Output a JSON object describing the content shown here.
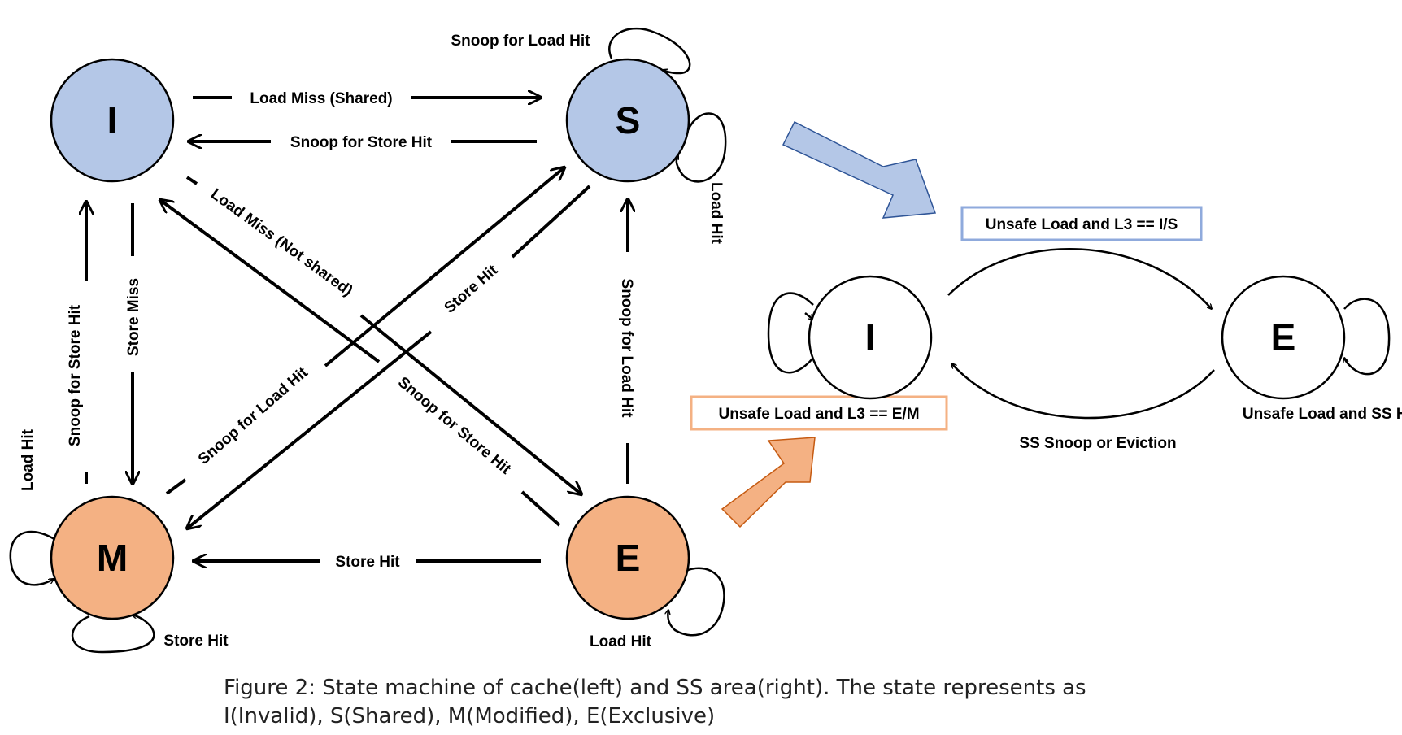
{
  "colors": {
    "shared_fill": "#b4c7e7",
    "exclusive_fill": "#f4b183",
    "white_fill": "#ffffff",
    "blue_arrow": "#b4c7e7",
    "blue_arrow_edge": "#2f5597",
    "orange_arrow": "#f4b183",
    "orange_arrow_edge": "#c55a11",
    "blue_box_border": "#8faadc",
    "orange_box_border": "#f4b183"
  },
  "cache_states": {
    "I": "I",
    "S": "S",
    "M": "M",
    "E": "E"
  },
  "cache_edges": {
    "load_miss_shared": "Load Miss (Shared)",
    "s_to_i_snoop_store_hit": "Snoop for Store Hit",
    "load_miss_not_shared": "Load Miss (Not shared)",
    "i_m_snoop_store_hit": "Snoop for Store Hit",
    "i_m_store_miss": "Store Miss",
    "s_to_m_store_hit": "Store Hit",
    "m_to_s_snoop_load_hit": "Snoop for Load Hit",
    "e_to_i_snoop_store_hit": "Snoop for Store Hit",
    "e_to_s_snoop_load_hit": "Snoop for Load Hit",
    "e_to_m_store_hit": "Store Hit",
    "s_self_top": "Snoop for Load Hit",
    "s_self_right": "Load Hit",
    "m_self_left": "Load Hit",
    "m_self_bottom": "Store Hit",
    "e_self": "Load Hit"
  },
  "ss_states": {
    "I": "I",
    "E": "E"
  },
  "ss_edges": {
    "i_to_e": "Unsafe Load and L3 == I/S",
    "e_to_i": "SS Snoop or Eviction",
    "i_self": "Unsafe Load and L3 == E/M",
    "e_self": "Unsafe Load and SS Hit"
  },
  "caption": {
    "line1": "Figure 2: State machine of cache(left) and SS area(right). The state represents as",
    "line2": "I(Invalid), S(Shared), M(Modified), E(Exclusive)"
  }
}
